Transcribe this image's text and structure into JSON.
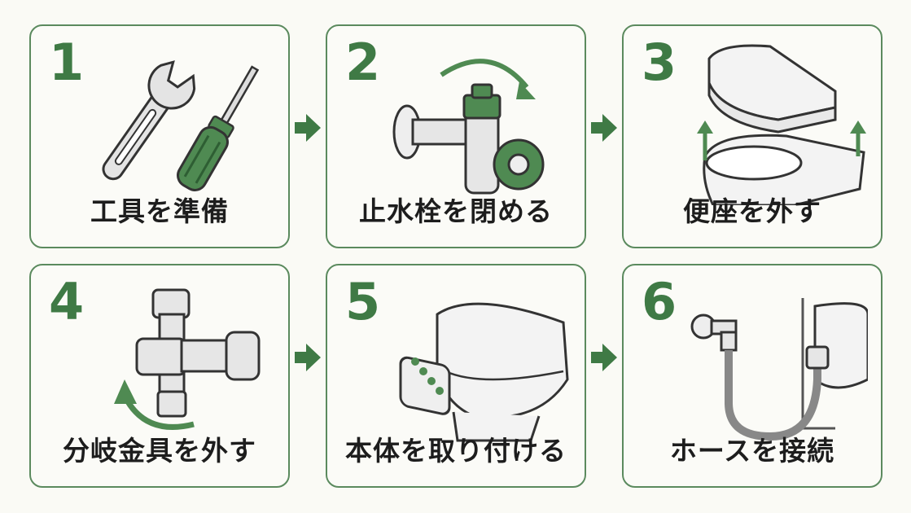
{
  "steps": [
    {
      "number": "1",
      "label": "工具を準備",
      "icon": "tools-icon"
    },
    {
      "number": "2",
      "label": "止水栓を閉める",
      "icon": "water-valve-icon"
    },
    {
      "number": "3",
      "label": "便座を外す",
      "icon": "toilet-seat-icon"
    },
    {
      "number": "4",
      "label": "分岐金具を外す",
      "icon": "branch-fitting-icon"
    },
    {
      "number": "5",
      "label": "本体を取り付ける",
      "icon": "bidet-unit-icon"
    },
    {
      "number": "6",
      "label": "ホースを接続",
      "icon": "hose-connection-icon"
    }
  ],
  "colors": {
    "accent": "#3f7a45",
    "border": "#5b8a5e",
    "text": "#1d1d1d",
    "background": "#fafaf5"
  }
}
